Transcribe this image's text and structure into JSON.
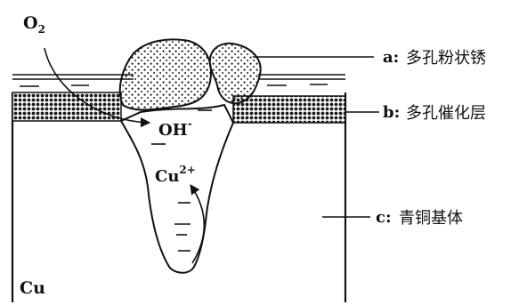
{
  "labels": {
    "o2": "O",
    "o2_sub": "2",
    "oh": "OH",
    "oh_sup": "-",
    "cu_ion": "Cu",
    "cu_ion_sup": "2+",
    "cu_base": "Cu"
  },
  "legend": [
    {
      "key": "a",
      "sep": ":",
      "text": "多孔粉状锈"
    },
    {
      "key": "b",
      "sep": ":",
      "text": "多孔催化层"
    },
    {
      "key": "c",
      "sep": ":",
      "text": "青铜基体"
    }
  ],
  "colors": {
    "ink": "#111111",
    "background": "#ffffff",
    "stipple": "#222222"
  }
}
